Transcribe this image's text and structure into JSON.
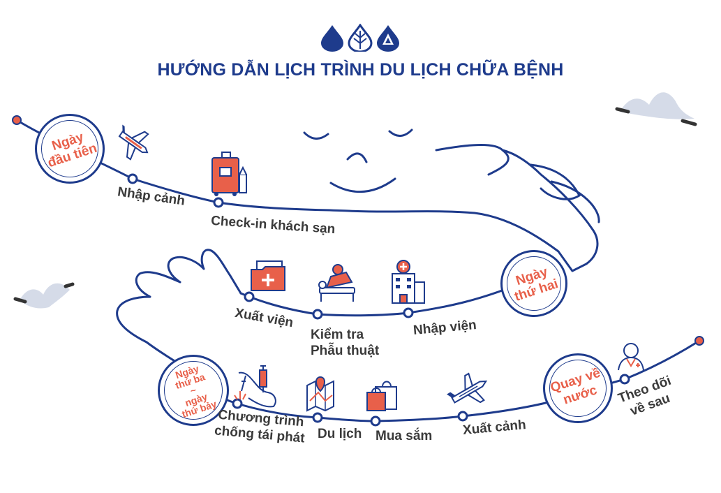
{
  "title": "HƯỚNG DẪN LỊCH TRÌNH DU LỊCH CHỮA BỆNH",
  "colors": {
    "navy": "#1e3b8c",
    "coral": "#e8604a",
    "text": "#3a3a3a",
    "cloud": "#d5dbe8"
  },
  "days": {
    "day1": "Ngày\nđầu tiên",
    "day2": "Ngày\nthứ hai",
    "day3": "Ngày\nthứ ba\n~\nngày\nthứ bảy",
    "return": "Quay về\nnước"
  },
  "steps": {
    "arrival": "Nhập cảnh",
    "hotel_checkin": "Check-in khách sạn",
    "discharge": "Xuất viện",
    "exam_surgery_1": "Kiểm tra",
    "exam_surgery_2": "Phẫu thuật",
    "admission": "Nhập viện",
    "program_1": "Chương trình",
    "program_2": "chống tái phát",
    "tour": "Du lịch",
    "shopping": "Mua sắm",
    "departure": "Xuất cảnh",
    "followup_1": "Theo dõi",
    "followup_2": "về sau"
  },
  "icons": [
    "drop-logo-icon",
    "leaf-logo-icon",
    "triangle-logo-icon",
    "airplane-landing-icon",
    "luggage-icon",
    "medical-folder-icon",
    "patient-bed-icon",
    "hospital-icon",
    "injection-icon",
    "map-pin-icon",
    "shopping-bag-icon",
    "airplane-takeoff-icon",
    "doctor-icon"
  ]
}
